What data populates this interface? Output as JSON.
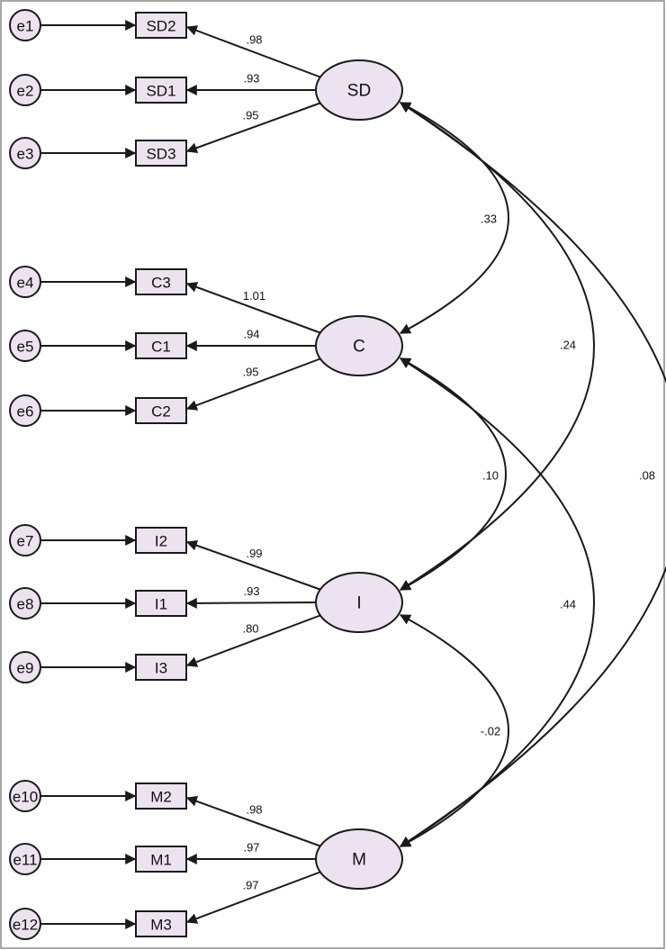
{
  "latents": [
    {
      "id": "SD",
      "label": "SD"
    },
    {
      "id": "C",
      "label": "C"
    },
    {
      "id": "I",
      "label": "I"
    },
    {
      "id": "M",
      "label": "M"
    }
  ],
  "indicators": [
    {
      "label": "SD2",
      "error": "e1",
      "latent": "SD",
      "loading": ".98"
    },
    {
      "label": "SD1",
      "error": "e2",
      "latent": "SD",
      "loading": ".93"
    },
    {
      "label": "SD3",
      "error": "e3",
      "latent": "SD",
      "loading": ".95"
    },
    {
      "label": "C3",
      "error": "e4",
      "latent": "C",
      "loading": "1.01"
    },
    {
      "label": "C1",
      "error": "e5",
      "latent": "C",
      "loading": ".94"
    },
    {
      "label": "C2",
      "error": "e6",
      "latent": "C",
      "loading": ".95"
    },
    {
      "label": "I2",
      "error": "e7",
      "latent": "I",
      "loading": ".99"
    },
    {
      "label": "I1",
      "error": "e8",
      "latent": "I",
      "loading": ".93"
    },
    {
      "label": "I3",
      "error": "e9",
      "latent": "I",
      "loading": ".80"
    },
    {
      "label": "M2",
      "error": "e10",
      "latent": "M",
      "loading": ".98"
    },
    {
      "label": "M1",
      "error": "e11",
      "latent": "M",
      "loading": ".97"
    },
    {
      "label": "M3",
      "error": "e12",
      "latent": "M",
      "loading": ".97"
    }
  ],
  "covariances": [
    {
      "from": "SD",
      "to": "C",
      "value": ".33"
    },
    {
      "from": "SD",
      "to": "I",
      "value": ".24"
    },
    {
      "from": "SD",
      "to": "M",
      "value": ".08"
    },
    {
      "from": "C",
      "to": "I",
      "value": ".10"
    },
    {
      "from": "C",
      "to": "M",
      "value": ".44"
    },
    {
      "from": "I",
      "to": "M",
      "value": "-.02"
    }
  ],
  "colors": {
    "node_fill": "#ece2f0",
    "stroke": "#1a1a1a"
  }
}
